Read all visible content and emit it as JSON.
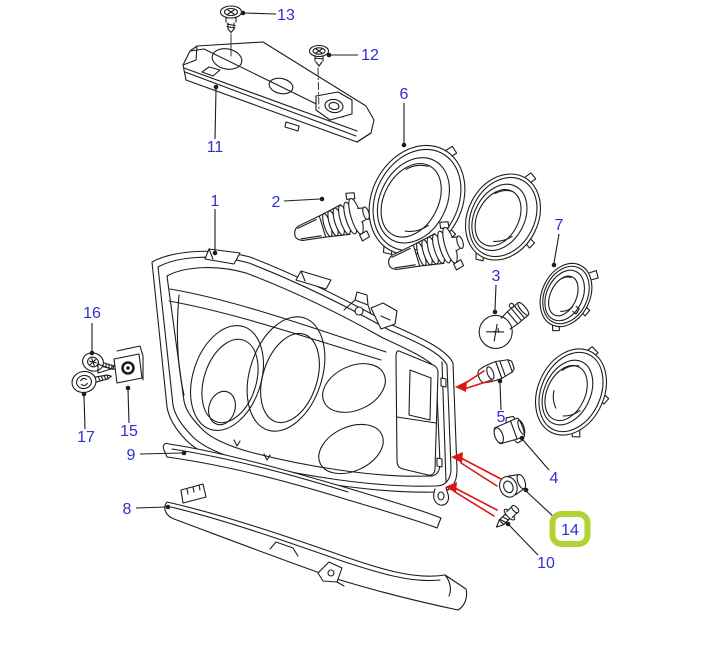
{
  "diagram_type": "exploded-parts-diagram",
  "colors": {
    "callout_blue": "#3030cf",
    "arrow_red": "#dd1414",
    "highlight_green": "#b3d335",
    "line_black": "#1d1d1d",
    "background": "#ffffff"
  },
  "callouts": {
    "c1": "1",
    "c2": "2",
    "c3": "3",
    "c4": "4",
    "c5": "5",
    "c6": "6",
    "c7": "7",
    "c8": "8",
    "c9": "9",
    "c10": "10",
    "c11": "11",
    "c12": "12",
    "c13": "13",
    "c14": "14",
    "c15": "15",
    "c16": "16",
    "c17": "17"
  },
  "selected_callout": "14"
}
